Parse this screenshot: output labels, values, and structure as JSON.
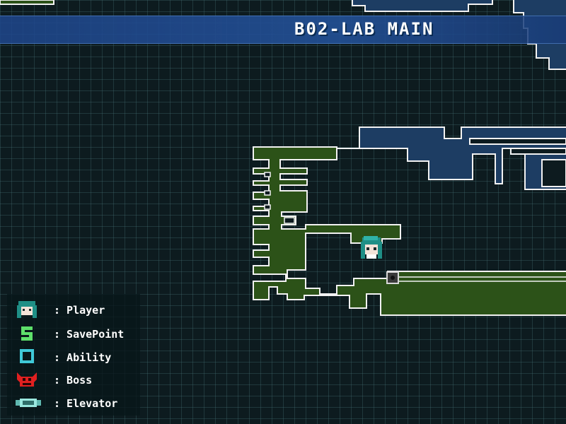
{
  "area": {
    "title": "B02-LAB MAIN"
  },
  "colors": {
    "explored_room": "#2c5218",
    "unexplored_room": "#1d3d63",
    "room_outline": "#f2f2f2",
    "grid_background": "#0d1b1f",
    "banner": "#234f94",
    "savepoint": "#5ee06a",
    "ability": "#3fc9d8",
    "boss": "#e02020",
    "elevator": "#7fd8cf"
  },
  "legend": {
    "items": [
      {
        "icon": "player-icon",
        "label": ": Player"
      },
      {
        "icon": "savepoint-icon",
        "label": ": SavePoint"
      },
      {
        "icon": "ability-icon",
        "label": ": Ability"
      },
      {
        "icon": "boss-icon",
        "label": ": Boss"
      },
      {
        "icon": "elevator-icon",
        "label": ": Elevator"
      }
    ]
  },
  "map_markers": {
    "player": "player-icon",
    "item": "item-box-icon"
  }
}
